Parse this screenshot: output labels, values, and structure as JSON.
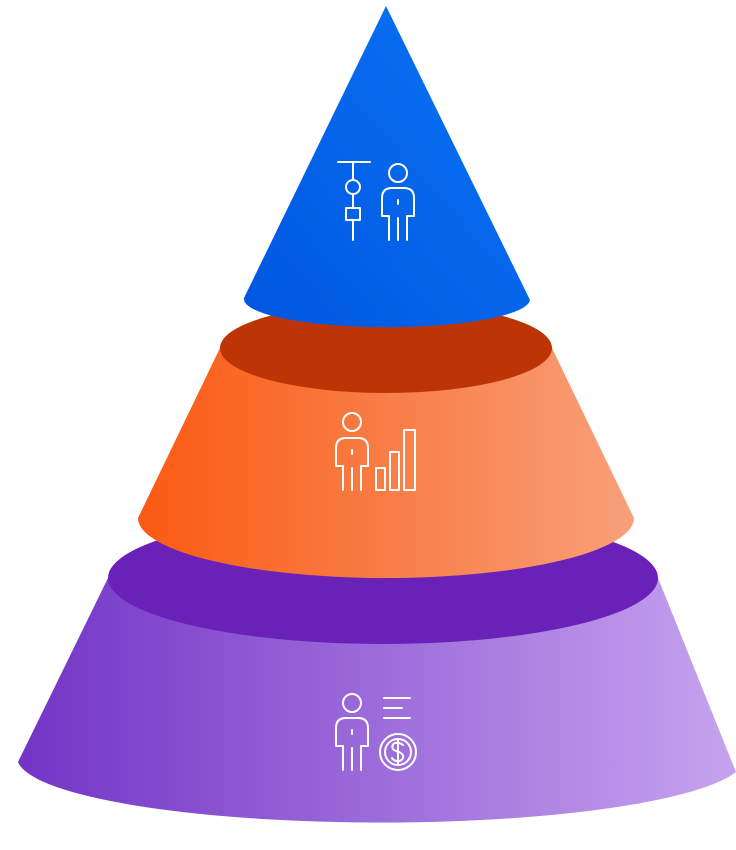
{
  "diagram": {
    "type": "stacked-cone-pyramid",
    "tiers": [
      {
        "id": "top",
        "icon": "hierarchy-person-icon",
        "colors": {
          "body": [
            "#0056e0",
            "#0a74f6"
          ],
          "top": null
        }
      },
      {
        "id": "middle",
        "icon": "person-growth-chart-icon",
        "colors": {
          "body": [
            "#fa5a12",
            "#f8a07a"
          ],
          "top": "#bd3506"
        }
      },
      {
        "id": "bottom",
        "icon": "person-money-icon",
        "colors": {
          "body": [
            "#7334c6",
            "#c6a3ee"
          ],
          "top": "#6a21b8"
        }
      }
    ],
    "icon_color": "#ffffff"
  }
}
